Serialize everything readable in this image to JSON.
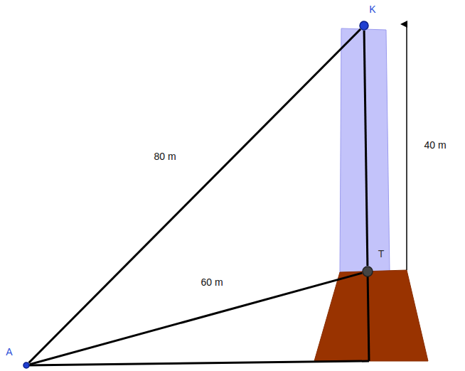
{
  "diagram": {
    "nodes": [
      {
        "text": [
          "K"
        ]
      },
      {
        "text": [
          "T"
        ]
      },
      {
        "text": [
          "A"
        ]
      }
    ],
    "edges": [
      {
        "from": 2,
        "to": 0,
        "arrow": "none",
        "label": "80 m"
      },
      {
        "from": 2,
        "to": 1,
        "arrow": "none",
        "label": "60 m"
      },
      {
        "from": 1,
        "to": 0,
        "arrow": "none"
      }
    ],
    "labels": [
      "40 m"
    ]
  }
}
